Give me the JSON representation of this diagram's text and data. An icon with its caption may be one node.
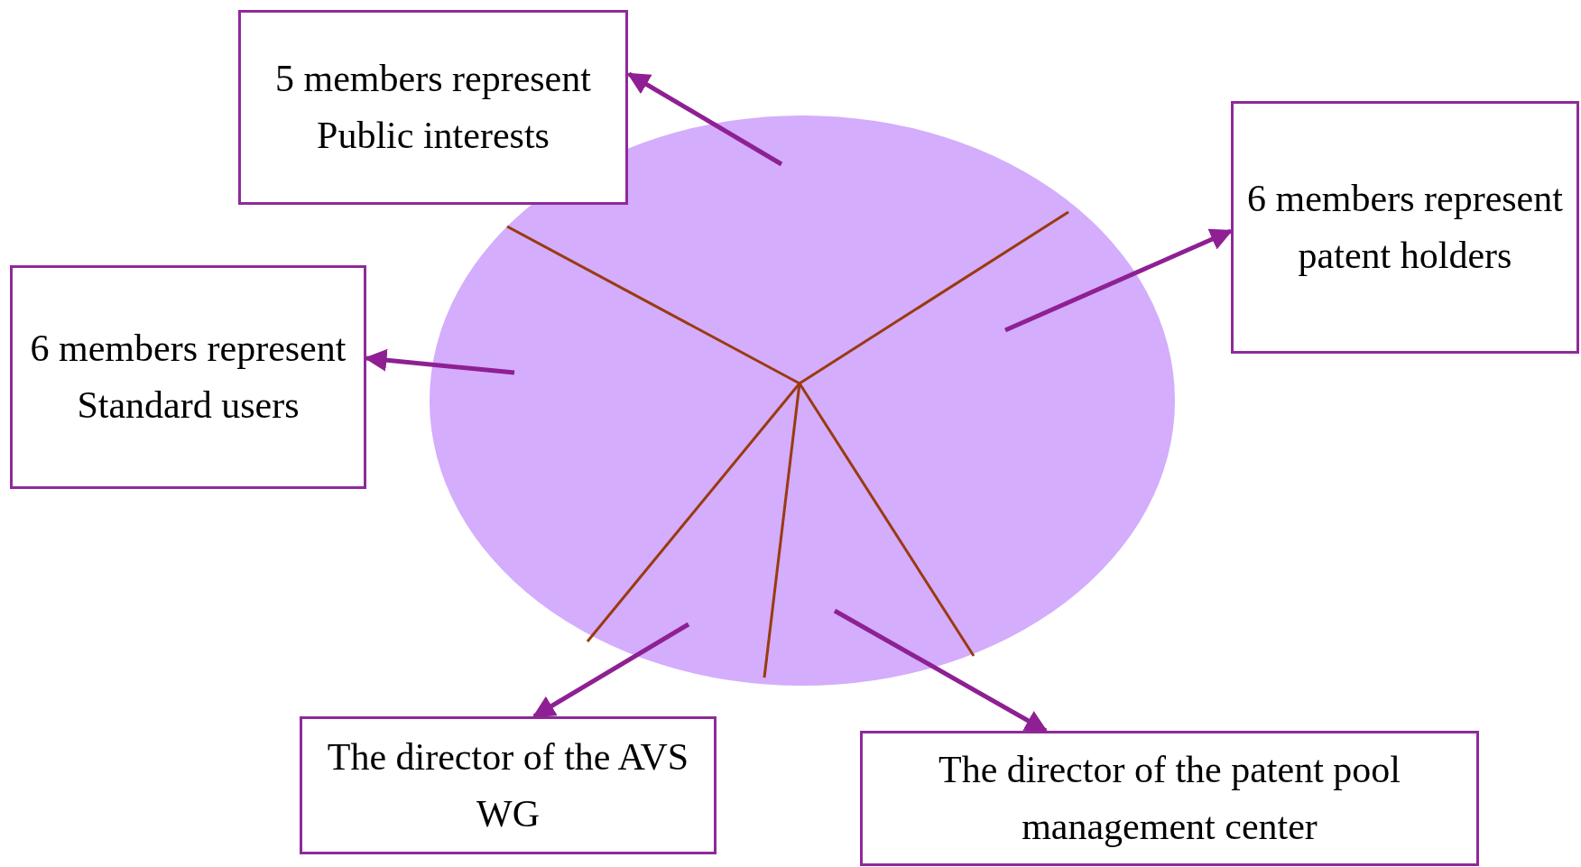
{
  "diagram": {
    "nodes": [
      {
        "text": [],
        "shape": "circle"
      },
      {
        "text": [
          "5 members represent Public interests"
        ]
      },
      {
        "text": [
          "6 members represent patent holders"
        ]
      },
      {
        "text": [
          "6 members represent Standard users"
        ]
      },
      {
        "text": [
          "The director of the AVS WG"
        ]
      },
      {
        "text": [
          "The director of the patent pool management center"
        ]
      }
    ],
    "edges": [
      {
        "from": 0,
        "to": 1,
        "arrow": "to"
      },
      {
        "from": 0,
        "to": 2,
        "arrow": "to"
      },
      {
        "from": 0,
        "to": 3,
        "arrow": "to"
      },
      {
        "from": 0,
        "to": 4,
        "arrow": "to"
      },
      {
        "from": 0,
        "to": 5,
        "arrow": "to"
      }
    ]
  }
}
